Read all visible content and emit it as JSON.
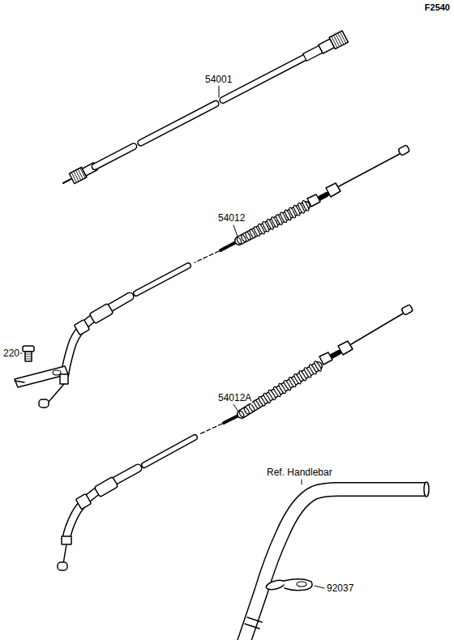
{
  "diagram": {
    "labels": [
      "F2540",
      "54001",
      "54012",
      "220",
      "54012A",
      "Ref. Handlebar",
      "92037"
    ]
  }
}
